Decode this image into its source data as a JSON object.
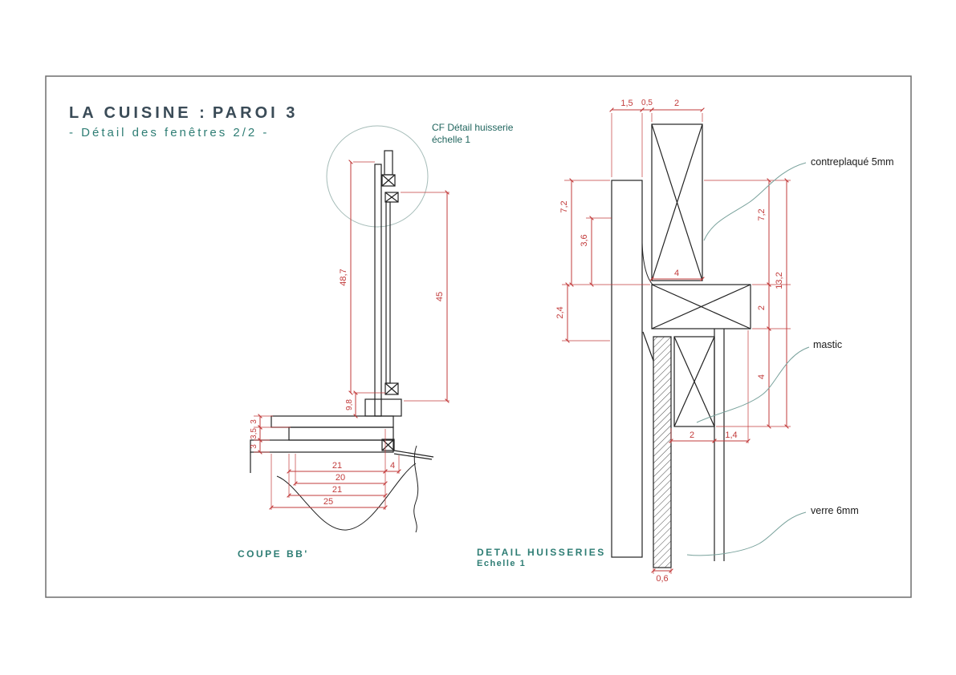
{
  "colors": {
    "line": "#222222",
    "dimension": "#c23b3b",
    "teal": "#2e7d74",
    "title": "#3a4b57",
    "leader": "#79a29c",
    "frame_border": "#6e6e6e"
  },
  "header": {
    "title_normal": "LA CUISINE :",
    "title_bold": "PAROI 3",
    "subtitle": "- Détail des fenêtres 2/2 -"
  },
  "coupe": {
    "caption": "COUPE BB'",
    "note1": "CF Détail huisserie",
    "note2": "échelle 1",
    "dims": {
      "total_height": "48,7",
      "glass_height": "45",
      "sill_height": "9,8",
      "layer1": "3",
      "layer2": "3,5",
      "layer3": "3",
      "width21a": "21",
      "width4": "4",
      "width20": "20",
      "width21b": "21",
      "width25": "25"
    }
  },
  "detail": {
    "caption1": "DETAIL HUISSERIES",
    "caption2": "Echelle 1",
    "labels": {
      "plywood": "contreplaqué 5mm",
      "mastic": "mastic",
      "glass": "verre 6mm"
    },
    "dims": {
      "top_1_5": "1,5",
      "top_0_5": "0,5",
      "top_2": "2",
      "left_7_2": "7,2",
      "left_3_6": "3,6",
      "left_2_4": "2,4",
      "right_7_2": "7,2",
      "right_2": "2",
      "right_4": "4",
      "right_13_2": "13,2",
      "mid_4": "4",
      "bottom_2": "2",
      "bottom_1_4": "1,4",
      "bottom_0_6": "0,6"
    }
  }
}
